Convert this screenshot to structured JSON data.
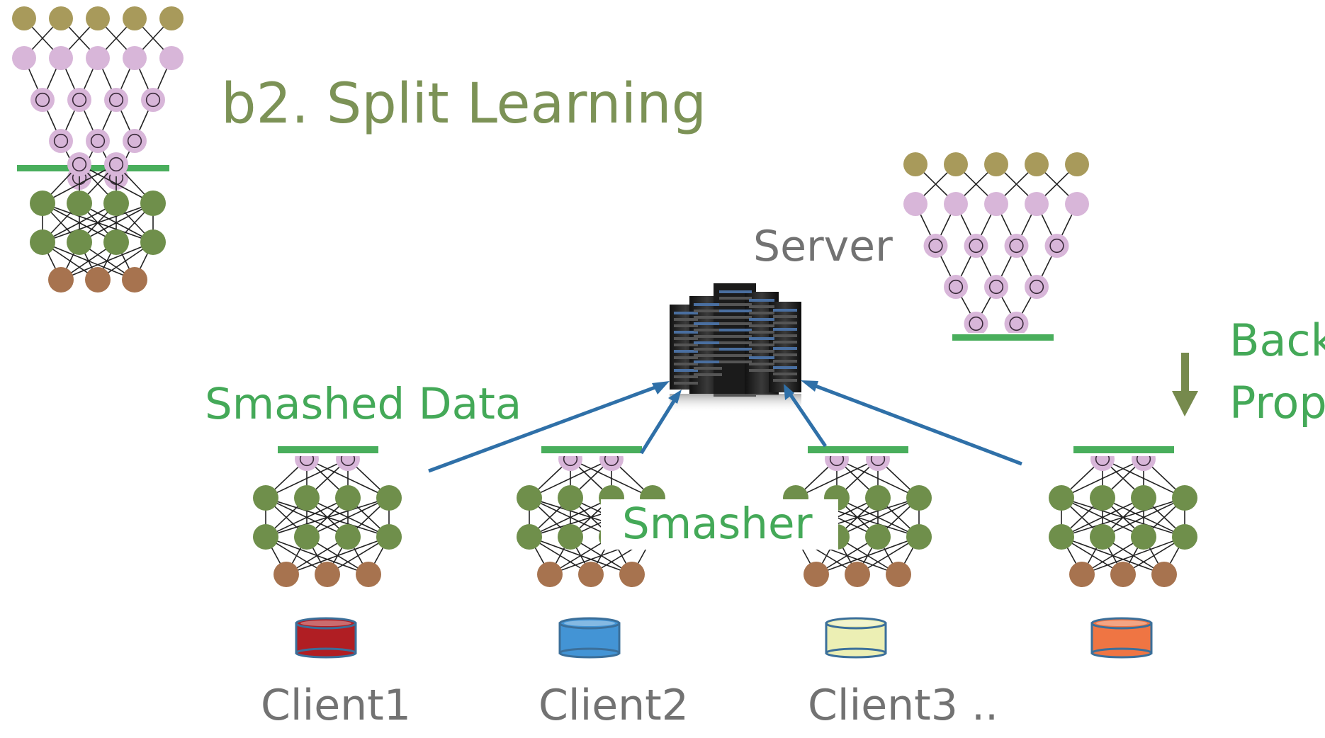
{
  "title": "b2. Split  Learning",
  "server_label": "Server",
  "smashed_data_label": "Smashed Data",
  "smasher_label": "Smasher",
  "backprop_labels": [
    "Back",
    "Prop"
  ],
  "clients": [
    {
      "label": "Client1",
      "db_color": "#b01e23"
    },
    {
      "label": "Client2",
      "db_color": "#4394d5"
    },
    {
      "label": "Client3 ..",
      "db_color": "#ecefb4"
    },
    {
      "label": "",
      "db_color": "#ef7543"
    }
  ],
  "colors": {
    "output_node": "#a89a5b",
    "hidden_node": "#d8b6d9",
    "smasher_node": "#6f8f4b",
    "input_node": "#a7734f",
    "split_line": "#49ae5c",
    "arrow": "#2f70a8",
    "backprop_arrow": "#768a4d"
  },
  "icons": [
    "server-rack-icon",
    "database-icon",
    "down-arrow-icon"
  ]
}
